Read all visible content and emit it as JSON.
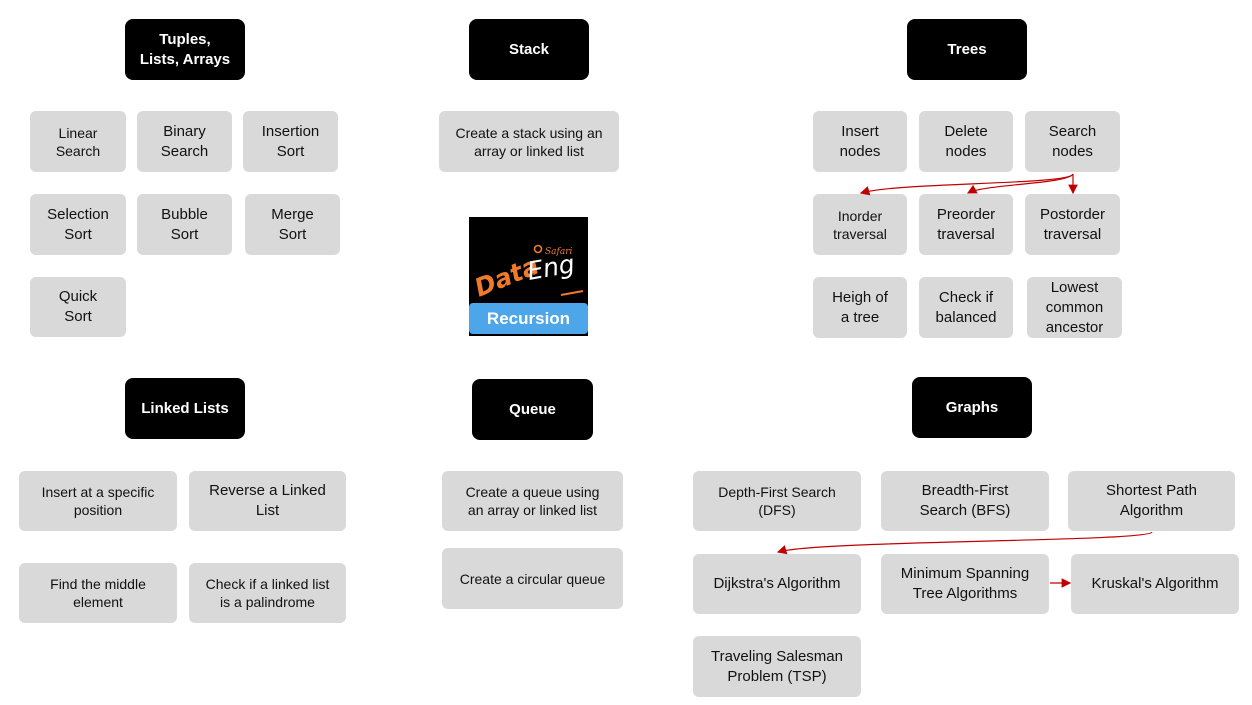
{
  "colors": {
    "header_bg": "#000000",
    "node_bg": "#d9d9d9",
    "arrow": "#c00000",
    "logo_accent": "#f07a2a",
    "logo_bar": "#4da6ea"
  },
  "sections": {
    "tuples": {
      "title": "Tuples,\nLists, Arrays",
      "items": [
        "Linear\nSearch",
        "Binary\nSearch",
        "Insertion\nSort",
        "Selection\nSort",
        "Bubble\nSort",
        "Merge\nSort",
        "Quick\nSort"
      ]
    },
    "stack": {
      "title": "Stack",
      "items": [
        "Create a stack using an\narray or linked list"
      ]
    },
    "trees": {
      "title": "Trees",
      "items": [
        "Insert\nnodes",
        "Delete\nnodes",
        "Search\nnodes",
        "Inorder\ntraversal",
        "Preorder\ntraversal",
        "Postorder\ntraversal",
        "Heigh of\na tree",
        "Check if\nbalanced",
        "Lowest\ncommon\nancestor"
      ]
    },
    "linked_lists": {
      "title": "Linked Lists",
      "items": [
        "Insert at a specific\nposition",
        "Reverse a Linked\nList",
        "Find the middle\nelement",
        "Check if a linked list\nis a palindrome"
      ]
    },
    "queue": {
      "title": "Queue",
      "items": [
        "Create a queue using\nan array or linked list",
        "Create a circular queue"
      ]
    },
    "graphs": {
      "title": "Graphs",
      "items": [
        "Depth-First Search\n(DFS)",
        "Breadth-First\nSearch (BFS)",
        "Shortest Path\nAlgorithm",
        "Dijkstra's Algorithm",
        "Minimum Spanning\nTree Algorithms",
        "Kruskal's Algorithm",
        "Traveling Salesman\nProblem (TSP)"
      ]
    }
  },
  "logo": {
    "word1": "Data",
    "word2": "Eng",
    "tagline": "Safari",
    "label": "Recursion"
  }
}
